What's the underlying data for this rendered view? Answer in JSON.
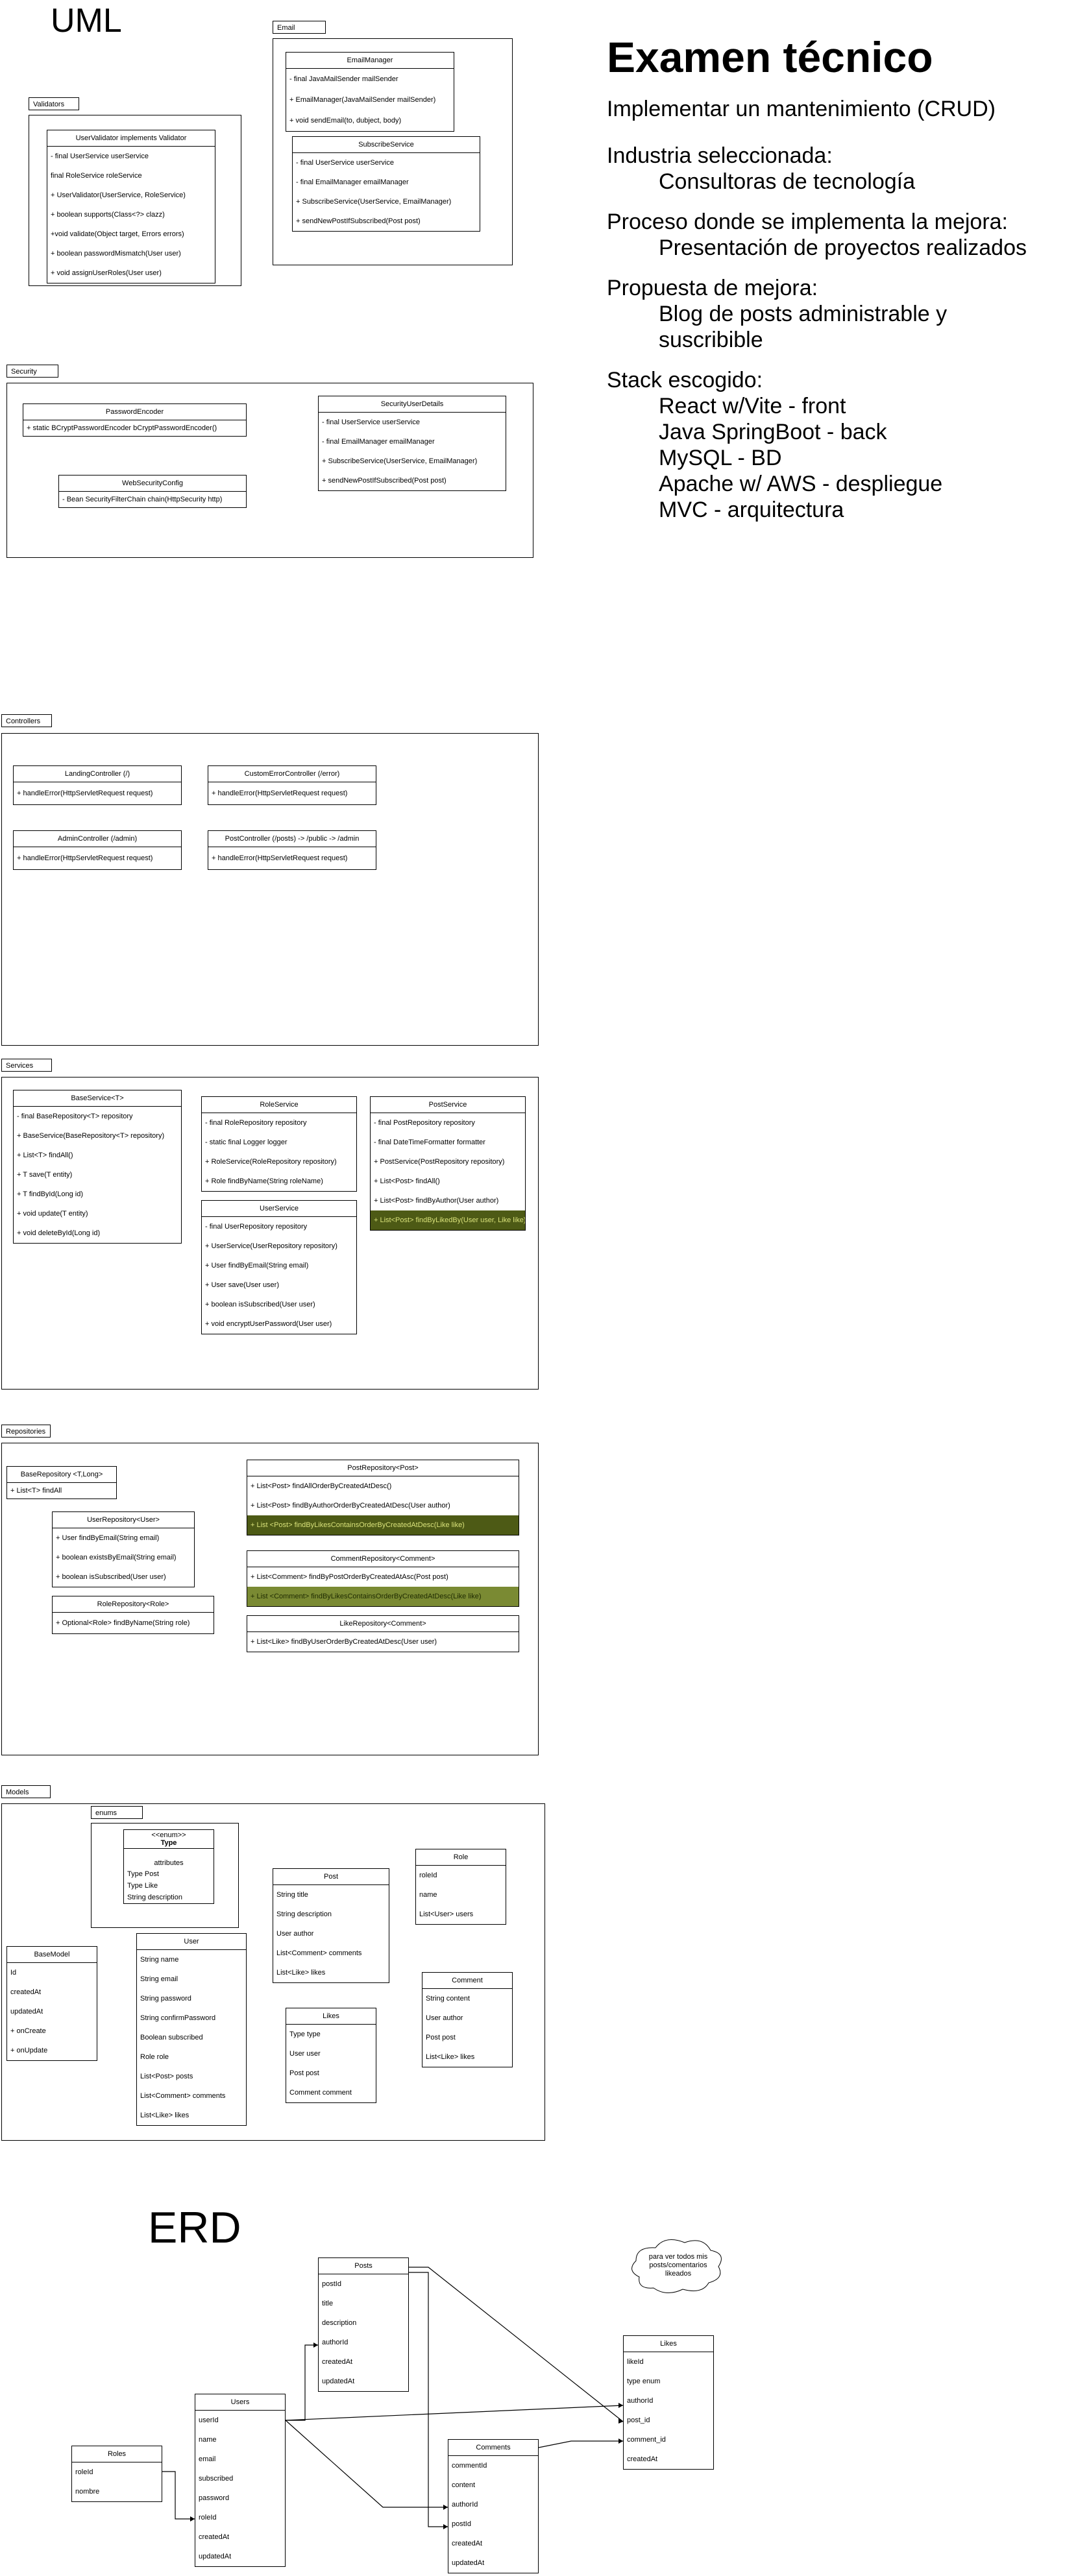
{
  "uml_title": "UML",
  "erd_title": "ERD",
  "side": {
    "title": "Examen técnico",
    "line1": "Implementar un mantenimiento (CRUD)",
    "industry_label": "Industria seleccionada:",
    "industry_value": "Consultoras de tecnología",
    "process_label": "Proceso donde se implementa la mejora:",
    "process_value": "Presentación de proyectos realizados",
    "proposal_label": "Propuesta de mejora:",
    "proposal_value1": "Blog de posts administrable y",
    "proposal_value2": "suscribible",
    "stack_label": "Stack escogido:",
    "stack": [
      "React w/Vite - front",
      "Java SpringBoot - back",
      "MySQL - BD",
      "Apache w/ AWS - despliegue",
      "MVC - arquitectura"
    ]
  },
  "email": {
    "tab": "Email",
    "email_manager": {
      "name": "EmailManager",
      "rows": [
        "- final JavaMailSender mailSender",
        "+ EmailManager(JavaMailSender mailSender)",
        "+ void sendEmail(to, dubject, body)"
      ]
    },
    "subscribe_service": {
      "name": "SubscribeService",
      "rows": [
        "- final UserService userService",
        "- final EmailManager emailManager",
        "+ SubscribeService(UserService, EmailManager)",
        "+ sendNewPostIfSubscribed(Post post)"
      ]
    }
  },
  "validators": {
    "tab": "Validators",
    "user_validator": {
      "name": "UserValidator implements Validator",
      "rows": [
        "- final UserService userService",
        "final RoleService roleService",
        "+ UserValidator(UserService, RoleService)",
        "+ boolean supports(Class<?> clazz)",
        "+void validate(Object target, Errors errors)",
        "+ boolean passwordMismatch(User user)",
        "+ void assignUserRoles(User user)"
      ]
    }
  },
  "security": {
    "tab": "Security",
    "password_encoder": {
      "name": "PasswordEncoder",
      "rows": [
        "+ static BCryptPasswordEncoder bCryptPasswordEncoder()"
      ]
    },
    "web_security_config": {
      "name": "WebSecurityConfig",
      "rows": [
        "- Bean SecurityFilterChain chain(HttpSecurity http)"
      ]
    },
    "security_user_details": {
      "name": "SecurityUserDetails",
      "rows": [
        "- final UserService userService",
        "- final EmailManager emailManager",
        "+ SubscribeService(UserService, EmailManager)",
        "+ sendNewPostIfSubscribed(Post post)"
      ]
    }
  },
  "controllers": {
    "tab": "Controllers",
    "landing": {
      "name": "LandingController (/)",
      "rows": [
        "+ handleError(HttpServletRequest request)"
      ]
    },
    "custom_error": {
      "name": "CustomErrorController (/error)",
      "rows": [
        "+ handleError(HttpServletRequest request)"
      ]
    },
    "admin": {
      "name": "AdminController (/admin)",
      "rows": [
        "+ handleError(HttpServletRequest request)"
      ]
    },
    "post": {
      "name": "PostController (/posts) -> /public -> /admin",
      "rows": [
        "+ handleError(HttpServletRequest request)"
      ]
    }
  },
  "services": {
    "tab": "Services",
    "base_service": {
      "name": "BaseService<T>",
      "rows": [
        "- final BaseRepository<T> repository",
        "+ BaseService(BaseRepository<T> repository)",
        "+ List<T> findAll()",
        "+ T save(T entity)",
        "+ T findById(Long id)",
        "+ void update(T entity)",
        "+ void deleteById(Long id)"
      ]
    },
    "role_service": {
      "name": "RoleService",
      "rows": [
        "- final RoleRepository repository",
        "- static final Logger logger",
        "+ RoleService(RoleRepository repository)",
        "+ Role findByName(String roleName)"
      ]
    },
    "user_service": {
      "name": "UserService",
      "rows": [
        "- final UserRepository repository",
        "+ UserService(UserRepository repository)",
        "+ User findByEmail(String email)",
        "+ User save(User user)",
        "+ boolean isSubscribed(User user)",
        "+ void encryptUserPassword(User user)"
      ]
    },
    "post_service": {
      "name": "PostService",
      "rows": [
        "- final PostRepository repository",
        "- final DateTimeFormatter formatter",
        "+ PostService(PostRepository repository)",
        "+ List<Post> findAll()",
        "+ List<Post> findByAuthor(User author)",
        "+ List<Post> findByLikedBy(User user, Like like)"
      ]
    }
  },
  "repositories": {
    "tab": "Repositories",
    "base_repo": {
      "name": "BaseRepository <T,Long>",
      "rows": [
        "+ List<T> findAll"
      ]
    },
    "user_repo": {
      "name": "UserRepository<User>",
      "rows": [
        "+ User findByEmail(String email)",
        "+ boolean existsByEmail(String email)",
        "+ boolean isSubscribed(User user)"
      ]
    },
    "role_repo": {
      "name": "RoleRepository<Role>",
      "rows": [
        "+ Optional<Role> findByName(String role)"
      ]
    },
    "post_repo": {
      "name": "PostRepository<Post>",
      "rows": [
        "+ List<Post> findAllOrderByCreatedAtDesc()",
        "+ List<Post> findByAuthorOrderByCreatedAtDesc(User author)",
        "+ List <Post> findByLikesContainsOrderByCreatedAtDesc(Like like)"
      ]
    },
    "comment_repo": {
      "name": "CommentRepository<Comment>",
      "rows": [
        "+ List<Comment> findByPostOrderByCreatedAtAsc(Post post)",
        "+ List <Comment> findByLikesContainsOrderByCreatedAtDesc(Like like)"
      ]
    },
    "like_repo": {
      "name": "LikeRepository<Comment>",
      "rows": [
        "+ List<Like> findByUserOrderByCreatedAtDesc(User user)"
      ]
    }
  },
  "models": {
    "tab": "Models",
    "enums_tab": "enums",
    "type_enum": {
      "stereotype": "<<enum>>",
      "name": "Type",
      "section": "attributes",
      "rows": [
        "Type Post",
        "Type Like",
        "String description"
      ]
    },
    "base_model": {
      "name": "BaseModel",
      "rows": [
        "Id",
        "createdAt",
        "updatedAt",
        "+ onCreate",
        "+ onUpdate"
      ]
    },
    "user": {
      "name": "User",
      "rows": [
        "String name",
        "String email",
        "String password",
        "String confirmPassword",
        "Boolean subscribed",
        "Role role",
        "List<Post> posts",
        "List<Comment> comments",
        "List<Like> likes"
      ]
    },
    "post": {
      "name": "Post",
      "rows": [
        "String title",
        "String description",
        "User author",
        "List<Comment> comments",
        "List<Like> likes"
      ]
    },
    "likes": {
      "name": "Likes",
      "rows": [
        "Type type",
        "User user",
        "Post post",
        "Comment comment"
      ]
    },
    "role": {
      "name": "Role",
      "rows": [
        "roleId",
        "name",
        "List<User> users"
      ]
    },
    "comment": {
      "name": "Comment",
      "rows": [
        "String content",
        "User author",
        "Post post",
        "List<Like> likes"
      ]
    }
  },
  "erd": {
    "posts": {
      "name": "Posts",
      "rows": [
        "postId",
        "title",
        "description",
        "authorId",
        "createdAt",
        "updatedAt"
      ]
    },
    "users": {
      "name": "Users",
      "rows": [
        "userId",
        "name",
        "email",
        "subscribed",
        "password",
        "roleId",
        "createdAt",
        "updatedAt"
      ]
    },
    "roles": {
      "name": "Roles",
      "rows": [
        "roleId",
        "nombre"
      ]
    },
    "comments": {
      "name": "Comments",
      "rows": [
        "commentId",
        "content",
        "authorId",
        "postId",
        "createdAt",
        "updatedAt"
      ]
    },
    "likes": {
      "name": "Likes",
      "rows": [
        "likeId",
        "type enum",
        "authorId",
        "post_id",
        "comment_id",
        "createdAt"
      ]
    },
    "cloud_note": "para ver todos mis posts/comentarios likeados"
  }
}
